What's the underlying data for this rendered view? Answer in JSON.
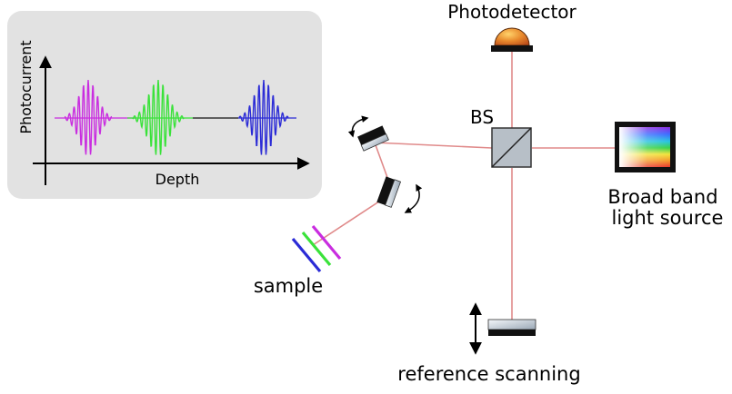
{
  "labels": {
    "photodetector": "Photodetector",
    "beam_splitter": "BS",
    "light_source_line1": "Broad band",
    "light_source_line2": "light source",
    "sample": "sample",
    "reference_scanning": "reference scanning"
  },
  "inset": {
    "y_axis_label": "Photocurrent",
    "x_axis_label": "Depth"
  },
  "colors": {
    "beam": "#e08a8a",
    "inset_background": "#e2e2e2",
    "signal_magenta": "#c92de0",
    "signal_green": "#3ae23a",
    "signal_blue": "#2b2bd6",
    "photodetector_dome": "#e8892c",
    "mirror_glass": "#cfd8e0",
    "mirror_backing": "#111111"
  },
  "icons": {
    "photodetector": "dome-detector-icon",
    "beam_splitter": "cube-beam-splitter-icon",
    "light_source": "spectrum-lamp-icon",
    "mirror": "tilt-mirror-icon",
    "rotate": "curved-double-arrow-icon",
    "scan": "vertical-double-arrow-icon"
  }
}
